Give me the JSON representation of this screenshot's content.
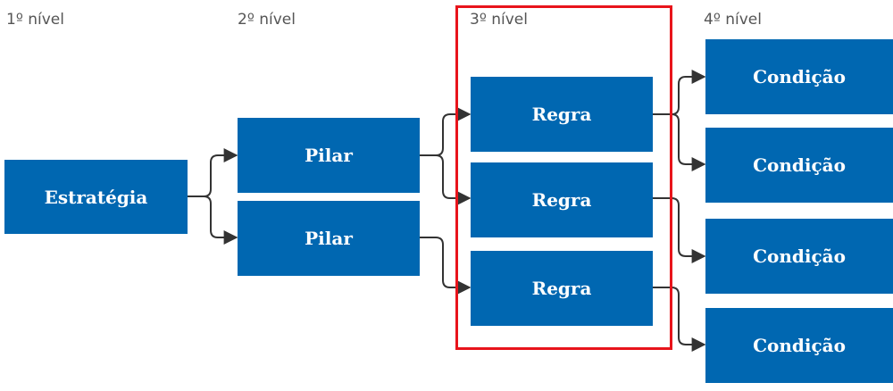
{
  "levels": [
    "1º nível",
    "2º nível",
    "3º nível",
    "4º nível"
  ],
  "level1": {
    "label": "Estratégia"
  },
  "level2": [
    {
      "label": "Pilar"
    },
    {
      "label": "Pilar"
    }
  ],
  "level3": [
    {
      "label": "Regra"
    },
    {
      "label": "Regra"
    },
    {
      "label": "Regra"
    }
  ],
  "level4": [
    {
      "label": "Condição"
    },
    {
      "label": "Condição"
    },
    {
      "label": "Condição"
    },
    {
      "label": "Condição"
    }
  ],
  "colors": {
    "box": "#0067b1",
    "connector": "#333333",
    "highlight": "#e8141b",
    "level_text": "#555555"
  }
}
